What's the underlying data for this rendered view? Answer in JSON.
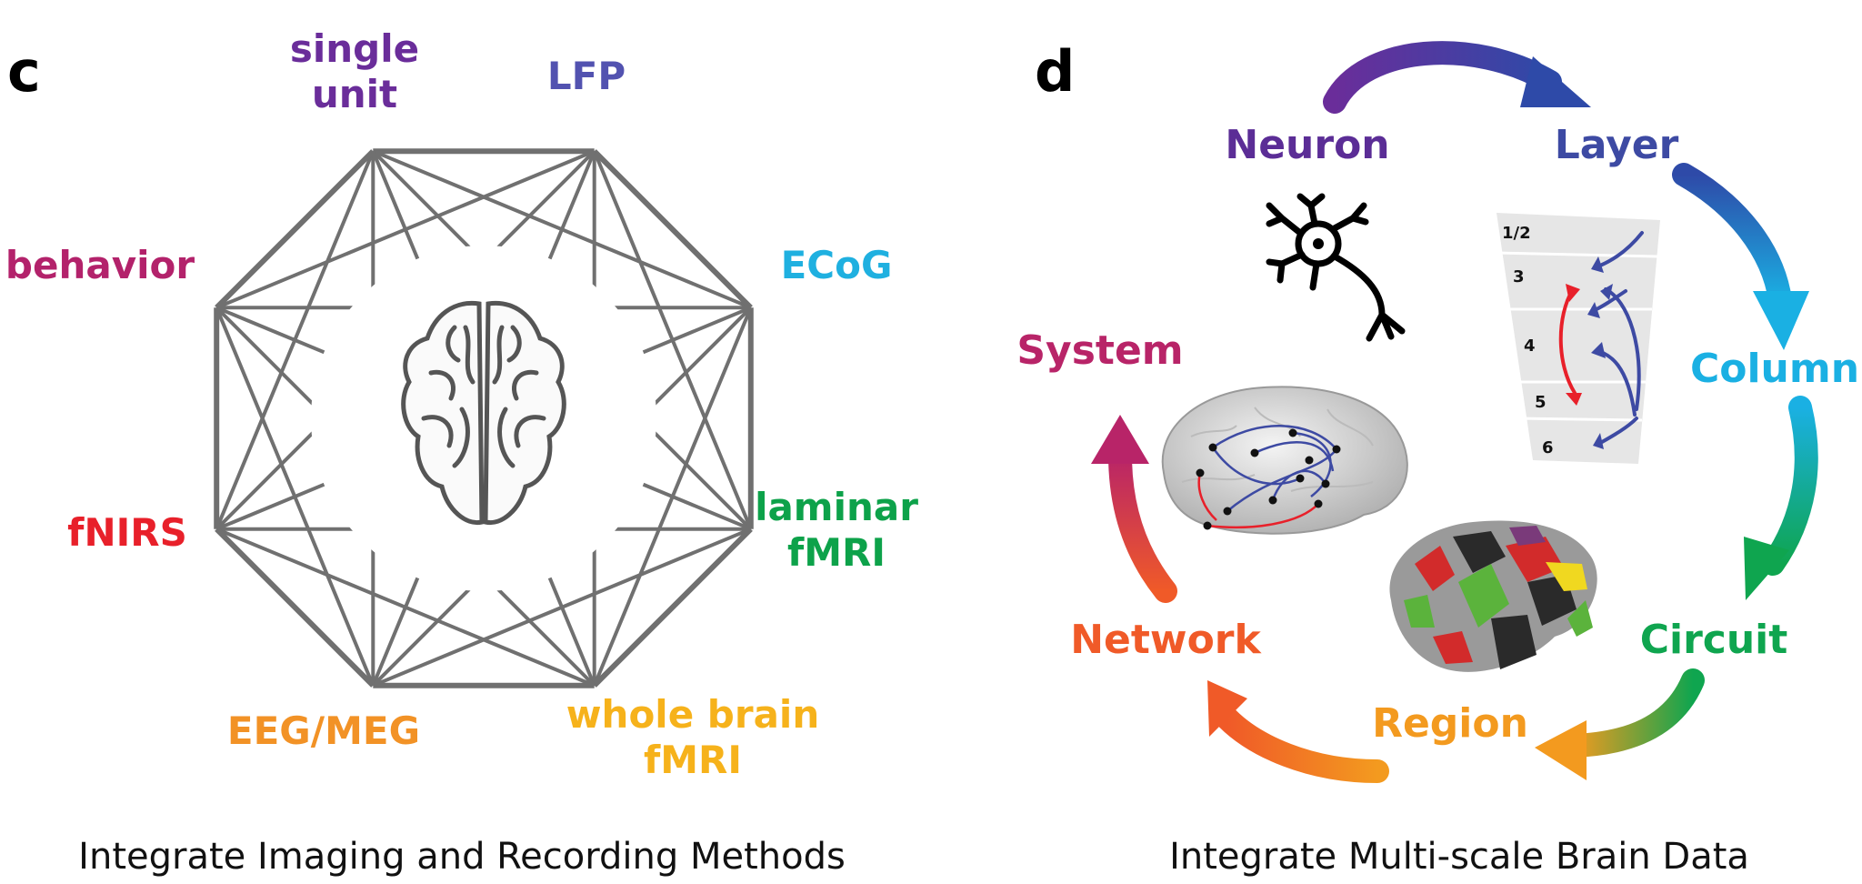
{
  "panel_c": {
    "letter": "c",
    "caption": "Integrate Imaging and Recording Methods",
    "methods": [
      {
        "key": "single_unit",
        "lines": [
          "single",
          "unit"
        ],
        "color": "#6a2d9a"
      },
      {
        "key": "lfp",
        "lines": [
          "LFP"
        ],
        "color": "#5252b0"
      },
      {
        "key": "ecog",
        "lines": [
          "ECoG"
        ],
        "color": "#1fb0e0"
      },
      {
        "key": "laminar",
        "lines": [
          "laminar",
          "fMRI"
        ],
        "color": "#0da24a"
      },
      {
        "key": "whole",
        "lines": [
          "whole brain",
          "fMRI"
        ],
        "color": "#f6b21b"
      },
      {
        "key": "eeg",
        "lines": [
          "EEG/MEG"
        ],
        "color": "#f29226"
      },
      {
        "key": "fnirs",
        "lines": [
          "fNIRS"
        ],
        "color": "#e8202a"
      },
      {
        "key": "behavior",
        "lines": [
          "behavior"
        ],
        "color": "#b3226b"
      }
    ]
  },
  "panel_d": {
    "letter": "d",
    "caption": "Integrate Multi-scale Brain Data",
    "scales": [
      {
        "key": "neuron",
        "text": "Neuron",
        "color": "#5b2d96"
      },
      {
        "key": "layer",
        "text": "Layer",
        "color": "#3d4aa3"
      },
      {
        "key": "column",
        "text": "Column",
        "color": "#1ab0e3"
      },
      {
        "key": "circuit",
        "text": "Circuit",
        "color": "#0fa54f"
      },
      {
        "key": "region",
        "text": "Region",
        "color": "#f39a1f"
      },
      {
        "key": "network",
        "text": "Network",
        "color": "#f05a28"
      },
      {
        "key": "system",
        "text": "System",
        "color": "#b82468"
      }
    ],
    "layers": [
      "1/2",
      "3",
      "4",
      "5",
      "6"
    ]
  }
}
